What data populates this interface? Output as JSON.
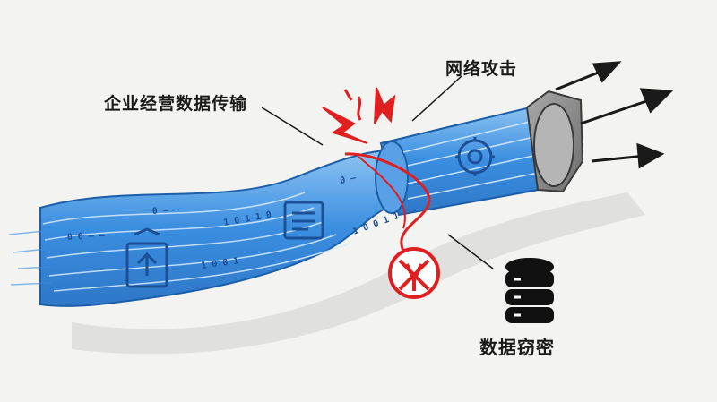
{
  "diagram": {
    "labels": {
      "transmission": "企业经营数据传输",
      "attack": "网络攻击",
      "theft": "数据窃密"
    },
    "binary_strings": [
      "0 — —",
      "1 0 0 1",
      "0 —",
      "1 0 1 1 0",
      "0 0 — —",
      "1 0 0 1 1"
    ],
    "colors": {
      "data_stream": "#3a8ee0",
      "data_stream_light": "#8ec4f2",
      "attack": "#e02020",
      "outline": "#1a1a1a",
      "cap": "#8a8a8a",
      "background": "#f3f3f1"
    },
    "icons": [
      "upload-document-icon",
      "document-icon",
      "cloud-server-icon",
      "blocked-signal-icon",
      "database-icon",
      "arrow-icon",
      "lightning-icon"
    ]
  }
}
